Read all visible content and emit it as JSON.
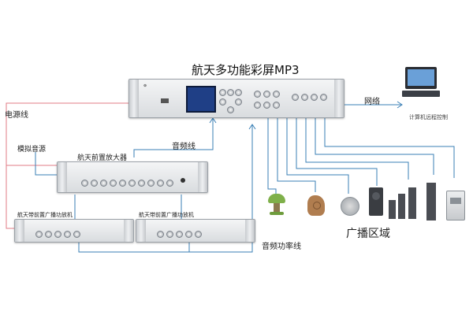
{
  "title": "航天多功能彩屏MP3",
  "labels": {
    "power_line": "电源线",
    "audio_line": "音频线",
    "network": "网络",
    "pc_control": "计算机远程控制",
    "analog_source": "模拟音源",
    "preamp": "航天前置放大器",
    "amp_left": "航天带前置广播功放机",
    "amp_right": "航天带前置广播功放机",
    "audio_power_line": "音频功率线",
    "zone": "广播区域"
  },
  "colors": {
    "power_line": "#e07b86",
    "audio_line": "#3a7fb5",
    "rack_face": "#e3e6e9",
    "screen": "#1f3f86"
  },
  "icons": {
    "monitor": "computer-monitor-icon",
    "speakers": [
      "lawn-mushroom-speaker-icon",
      "rock-speaker-icon",
      "ceiling-speaker-icon",
      "wall-box-speaker-icon",
      "column-speaker-icon",
      "tall-column-speaker-icon",
      "paging-console-icon"
    ]
  }
}
